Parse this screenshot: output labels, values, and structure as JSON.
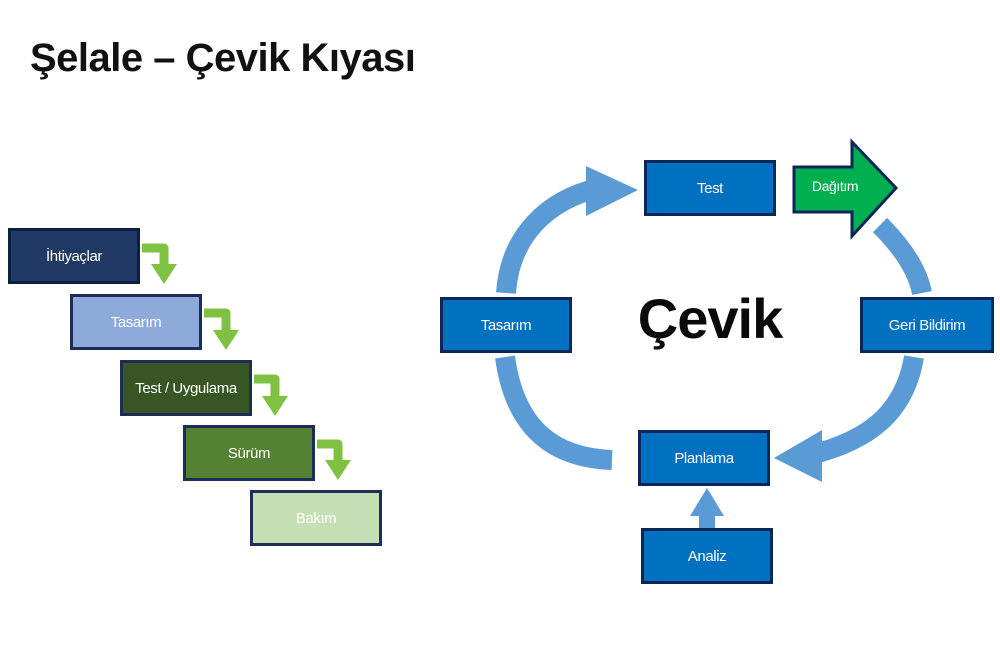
{
  "title": "Şelale – Çevik Kıyası",
  "waterfall": {
    "steps": [
      "İhtiyaçlar",
      "Tasarım",
      "Test / Uygulama",
      "Sürüm",
      "Bakım"
    ]
  },
  "agile": {
    "center": "Çevik",
    "test": "Test",
    "deploy": "Dağıtım",
    "design": "Tasarım",
    "feedback": "Geri Bildirim",
    "planning": "Planlama",
    "analysis": "Analiz"
  },
  "colors": {
    "waterfall_dark_navy": "#1f3864",
    "waterfall_light_blue": "#8eaadb",
    "waterfall_dark_green": "#375623",
    "waterfall_green": "#548235",
    "waterfall_light_green": "#c5e0b4",
    "waterfall_arrows": "#7fc241",
    "agile_box_blue": "#0070c0",
    "agile_cycle_arrows": "#5b9bd5",
    "deploy_arrow_green": "#00b050"
  }
}
